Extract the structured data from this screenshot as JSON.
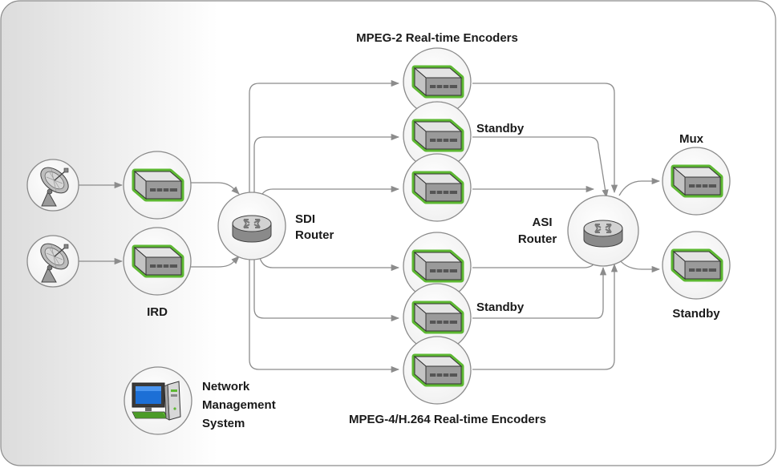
{
  "labels": {
    "mpeg2_title": "MPEG-2 Real-time Encoders",
    "mpeg4_title": "MPEG-4/H.264 Real-time Encoders",
    "standby_top": "Standby",
    "standby_bottom": "Standby",
    "mux": "Mux",
    "mux_standby": "Standby",
    "sdi_router_line1": "SDI",
    "sdi_router_line2": "Router",
    "asi_router_line1": "ASI",
    "asi_router_line2": "Router",
    "ird": "IRD",
    "nms_line1": "Network",
    "nms_line2": "Management",
    "nms_line3": "System"
  },
  "colors": {
    "device_outline": "#5db832",
    "node_border": "#8a8a8a",
    "connector": "#8c8c8c",
    "panel_gradient_start": "#dcdcdc"
  },
  "icons": {
    "encoder": "rack-device-icon",
    "router": "router-icon",
    "satellite": "satellite-dish-icon",
    "workstation": "computer-workstation-icon"
  }
}
